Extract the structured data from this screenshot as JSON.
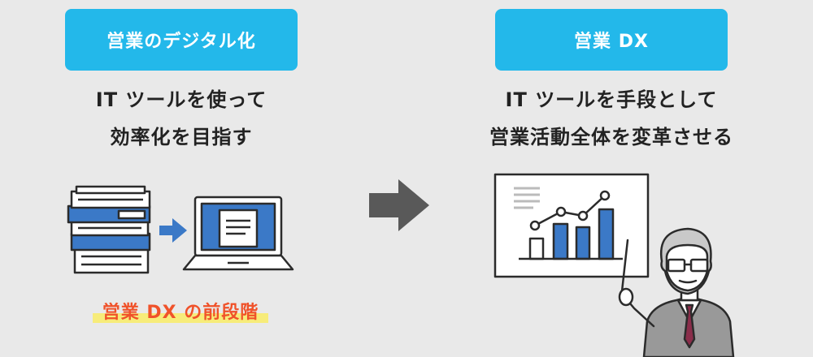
{
  "left": {
    "label": "営業のデジタル化",
    "desc_line1": "IT ツールを使って",
    "desc_line2": "効率化を目指す",
    "footnote": "営業 DX の前段階"
  },
  "right": {
    "label": "営業 DX",
    "desc_line1": "IT ツールを手段として",
    "desc_line2": "営業活動全体を変革させる"
  },
  "colors": {
    "accent": "#23b8ea",
    "arrow": "#595959",
    "highlight": "#f7ec7a",
    "footnote": "#f0522a",
    "icon_blue": "#3b79c7"
  }
}
